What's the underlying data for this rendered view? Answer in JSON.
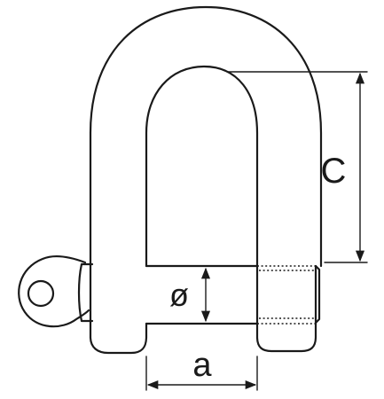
{
  "diagram": {
    "labels": {
      "a": "a",
      "c": "C",
      "diameter": "ø"
    }
  }
}
